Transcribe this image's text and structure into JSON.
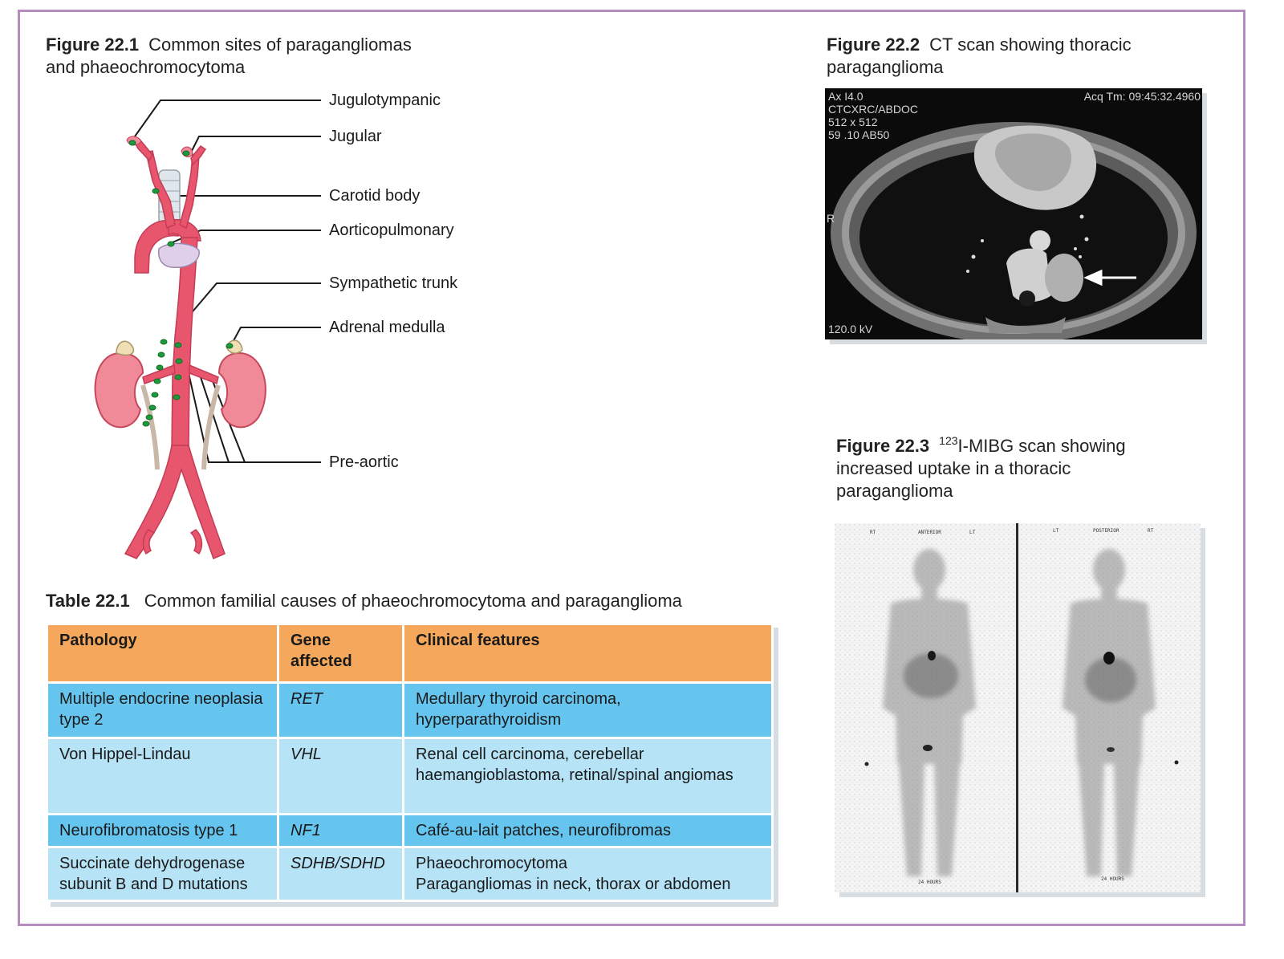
{
  "figure1": {
    "number": "Figure 22.1",
    "title_line1": "Common sites of paragangliomas",
    "title_line2": "and phaeochromocytoma",
    "labels": [
      "Jugulotympanic",
      "Jugular",
      "Carotid body",
      "Aorticopulmonary",
      "Sympathetic trunk",
      "Adrenal medulla",
      "Pre-aortic"
    ]
  },
  "figure2": {
    "number": "Figure 22.2",
    "title_line1": "CT scan showing thoracic",
    "title_line2": "paraganglioma",
    "overlay": {
      "line1": "Ax I4.0",
      "line2": "CTCXRC/ABDOC",
      "line3": "512 x 512",
      "line4": "59 .10 AB50",
      "acq": "Acq Tm: 09:45:32.4960",
      "side": "R",
      "kv": "120.0 kV"
    }
  },
  "figure3": {
    "number": "Figure 22.3",
    "sup": "123",
    "title_line1": "I-MIBG scan showing",
    "title_line2": "increased uptake in a thoracic",
    "title_line3": "paraganglioma",
    "left_panel": {
      "rt": "RT",
      "view": "ANTERIOR",
      "lt": "LT",
      "time": "24 HOURS"
    },
    "right_panel": {
      "lt": "LT",
      "view": "POSTERIOR",
      "rt": "RT",
      "time": "24 HOURS"
    }
  },
  "table1": {
    "number": "Table 22.1",
    "title": "Common familial causes of phaeochromocytoma and paraganglioma",
    "headers": [
      "Pathology",
      "Gene affected",
      "Clinical features"
    ],
    "rows": [
      {
        "pathology": "Multiple endocrine neoplasia type 2",
        "gene": "RET",
        "features": "Medullary thyroid carcinoma, hyperparathyroidism"
      },
      {
        "pathology": "Von Hippel-Lindau",
        "gene": "VHL",
        "features": "Renal cell carcinoma, cerebellar haemangioblastoma, retinal/spinal angiomas"
      },
      {
        "pathology": "Neurofibromatosis type 1",
        "gene": "NF1",
        "features": "Café-au-lait patches, neurofibromas"
      },
      {
        "pathology": "Succinate dehydrogenase subunit B and D mutations",
        "gene": "SDHB/SDHD",
        "features_line1": "Phaeochromocytoma",
        "features_line2": "Paragangliomas in neck, thorax or abdomen"
      }
    ]
  },
  "colors": {
    "frame": "#b48cc0",
    "header": "#f5a85c",
    "row_dark": "#66c5ee",
    "row_light": "#b7e3f6",
    "artery": "#e8566e",
    "site": "#1e9a3c"
  }
}
